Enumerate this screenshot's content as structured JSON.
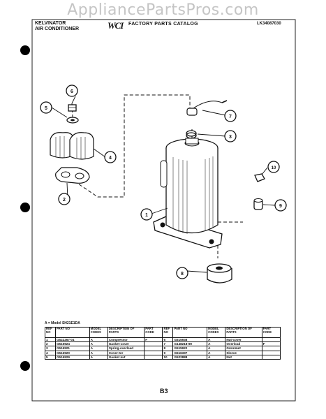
{
  "watermark": "AppliancePartsPros.com",
  "header": {
    "brand_line1": "KELVINATOR",
    "brand_line2": "AIR CONDITIONER",
    "logo": "WCI",
    "catalog_title": "FACTORY PARTS CATALOG",
    "catalog_code": "LK34087030"
  },
  "callouts": [
    "1",
    "2",
    "3",
    "4",
    "5",
    "6",
    "7",
    "8",
    "9",
    "10"
  ],
  "model_note": "A = Model SH21E1DA",
  "table": {
    "headers": [
      "REF NO",
      "PART NO",
      "MODEL CODES",
      "DESCRIPTION OF PARTS",
      "PART CODE",
      "REF NO",
      "PART NO",
      "MODEL CODES",
      "DESCRIPTION OF PARTS",
      "PART CODE"
    ],
    "rows": [
      [
        "1",
        "G522267-01",
        "A",
        "Compressor",
        "F",
        "6",
        "G515938",
        "A",
        "Nut-cover",
        ""
      ],
      [
        "2",
        "G515924",
        "A",
        "Gasket-cover",
        "",
        "7",
        "G148218-99",
        "A",
        "Overload",
        "F"
      ],
      [
        "3",
        "G516921",
        "A",
        "Spring-overload",
        "",
        "8",
        "G515922",
        "A",
        "Grommet",
        ""
      ],
      [
        "4",
        "G516920",
        "A",
        "Cover-ter",
        "",
        "9",
        "G516337",
        "A",
        "Sleeve",
        ""
      ],
      [
        "5",
        "G516929",
        "A",
        "Gasket nut",
        "",
        "10",
        "G522888",
        "A",
        "Nut",
        ""
      ]
    ]
  },
  "page_number": "B3"
}
